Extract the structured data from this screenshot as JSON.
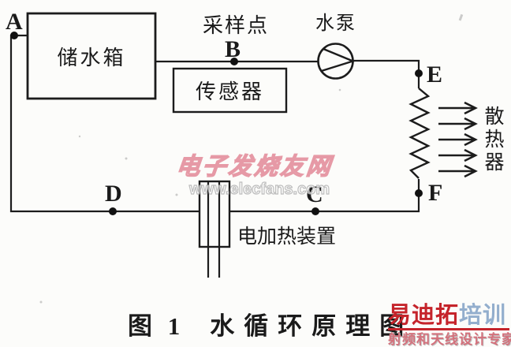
{
  "diagram": {
    "nodes": {
      "a": "A",
      "b": "B",
      "c": "C",
      "d": "D",
      "e": "E",
      "f": "F"
    },
    "labels": {
      "tank": "储水箱",
      "sensor": "传感器",
      "sampling_point": "采样点",
      "pump": "水泵",
      "radiator": "散热器",
      "heater": "电加热装置"
    },
    "caption": {
      "figure": "图 1",
      "title": "水循环原理图"
    }
  },
  "watermark": {
    "site_name": "电子发烧友网",
    "site_url": "www.elecfans.com"
  },
  "logo": {
    "brand_red": "易迪拓",
    "brand_blue": "培训",
    "tagline": "射频和天线设计专家"
  },
  "colors": {
    "line": "#1c1c1c",
    "logo_red": "#c5242b",
    "logo_blue": "#93aecd",
    "tagline_pink": "#d4717c"
  }
}
